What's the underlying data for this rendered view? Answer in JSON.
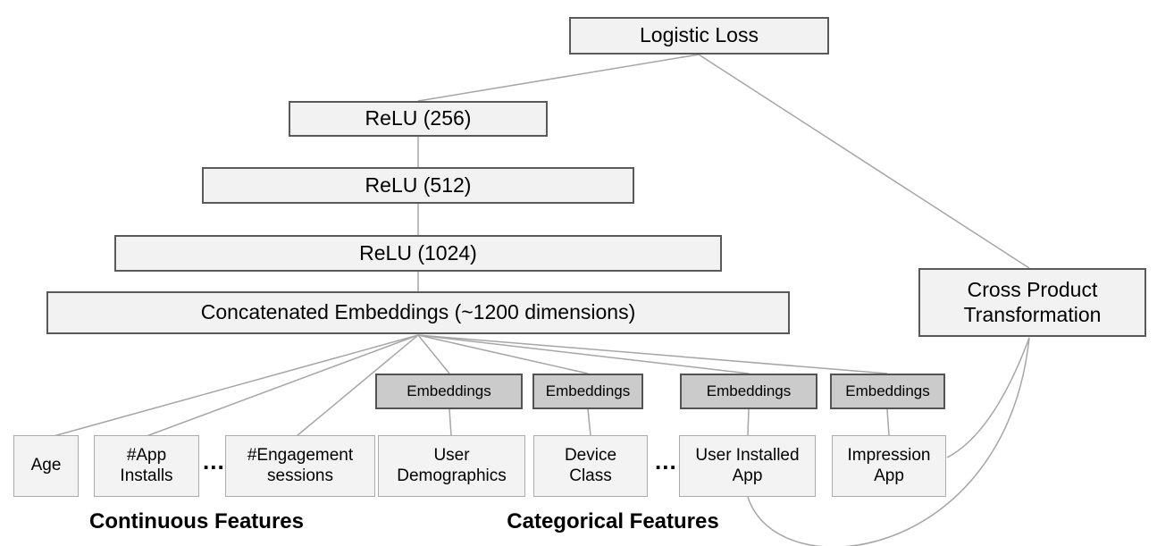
{
  "nodes": {
    "logistic_loss": "Logistic Loss",
    "relu_256": "ReLU (256)",
    "relu_512": "ReLU (512)",
    "relu_1024": "ReLU (1024)",
    "concatenated_embeddings": "Concatenated Embeddings (~1200 dimensions)",
    "cross_product": "Cross Product Transformation",
    "embeddings_label": "Embeddings"
  },
  "features": {
    "age": "Age",
    "app_installs": "#App Installs",
    "engagement_sessions": "#Engagement sessions",
    "user_demographics": "User Demographics",
    "device_class": "Device Class",
    "user_installed_app": "User Installed App",
    "impression_app": "Impression App"
  },
  "labels": {
    "continuous": "Continuous Features",
    "categorical": "Categorical Features",
    "ellipsis": "..."
  },
  "colors": {
    "node_fill": "#f2f2f2",
    "node_border": "#58595b",
    "feature_border": "#ababab",
    "embedding_fill": "#cbcbcb",
    "edge_line": "#a6a6a6",
    "text": "#000000",
    "background": "#ffffff"
  }
}
